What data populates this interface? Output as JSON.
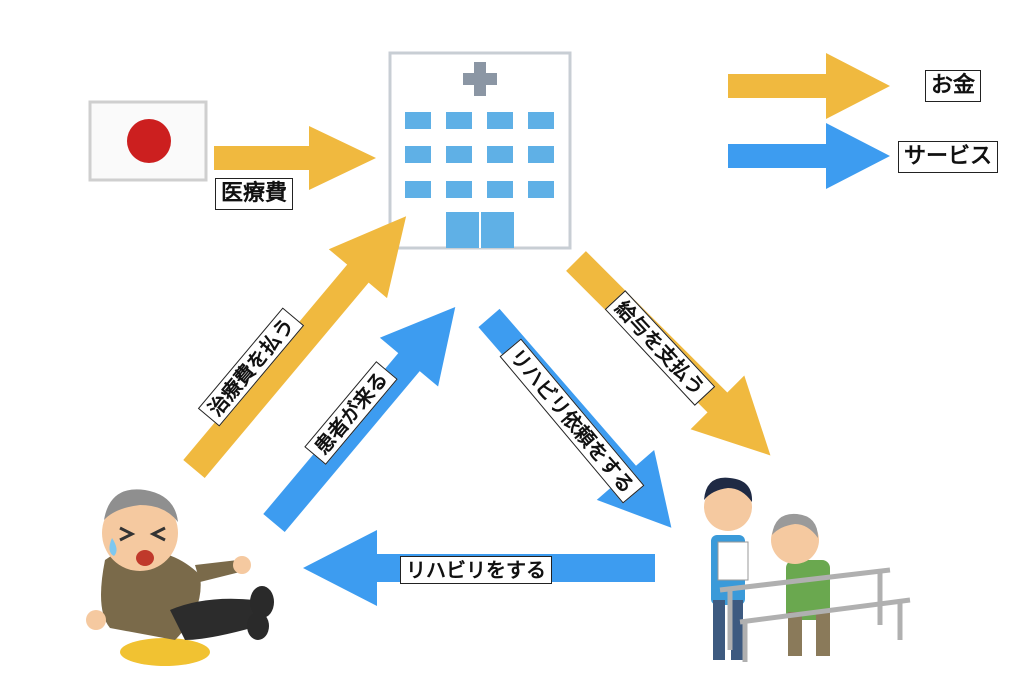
{
  "legend": {
    "money_label": "お金",
    "service_label": "サービス"
  },
  "flows": {
    "medical_cost": "医療費",
    "pay_treatment": "治療費を払う",
    "patient_comes": "患者が来る",
    "rehab_request": "リハビリ依頼をする",
    "pay_salary": "給与を支払う",
    "do_rehab": "リハビリをする"
  },
  "colors": {
    "money": "#f0b93f",
    "service": "#3d9cf0",
    "hospital_window": "#5fb0e6",
    "flag_red": "#cc1f1f"
  }
}
